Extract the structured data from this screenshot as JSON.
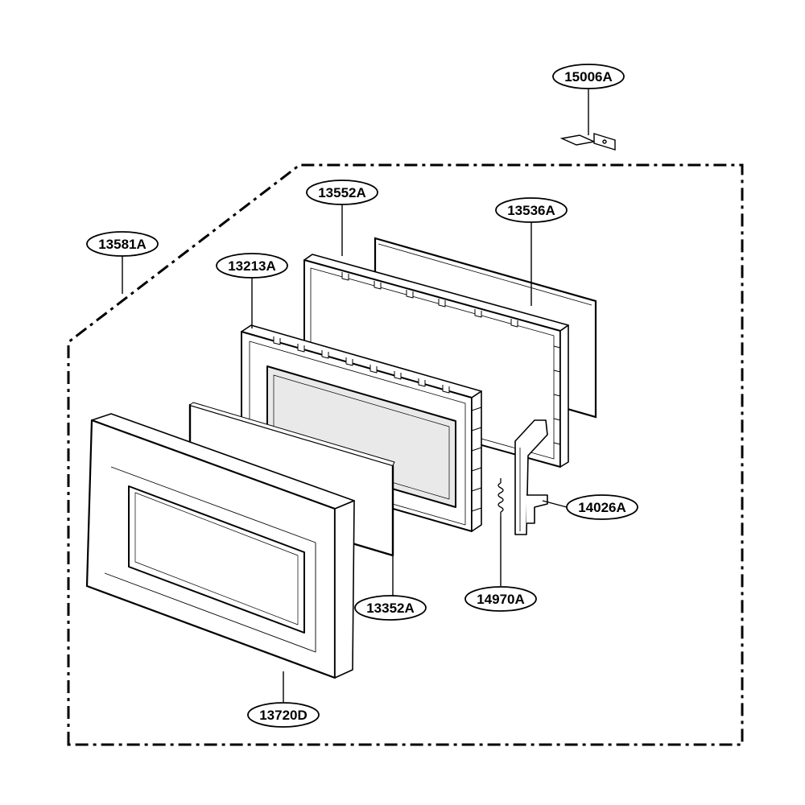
{
  "diagram": {
    "type": "exploded-parts-view",
    "callouts": {
      "p15006A": "15006A",
      "p13552A": "13552A",
      "p13536A": "13536A",
      "p13581A": "13581A",
      "p13213A": "13213A",
      "p14026A": "14026A",
      "p13352A": "13352A",
      "p14970A": "14970A",
      "p13720D": "13720D"
    },
    "colors": {
      "line": "#000000",
      "background": "#ffffff",
      "window_fill": "#e9e9e9"
    }
  }
}
